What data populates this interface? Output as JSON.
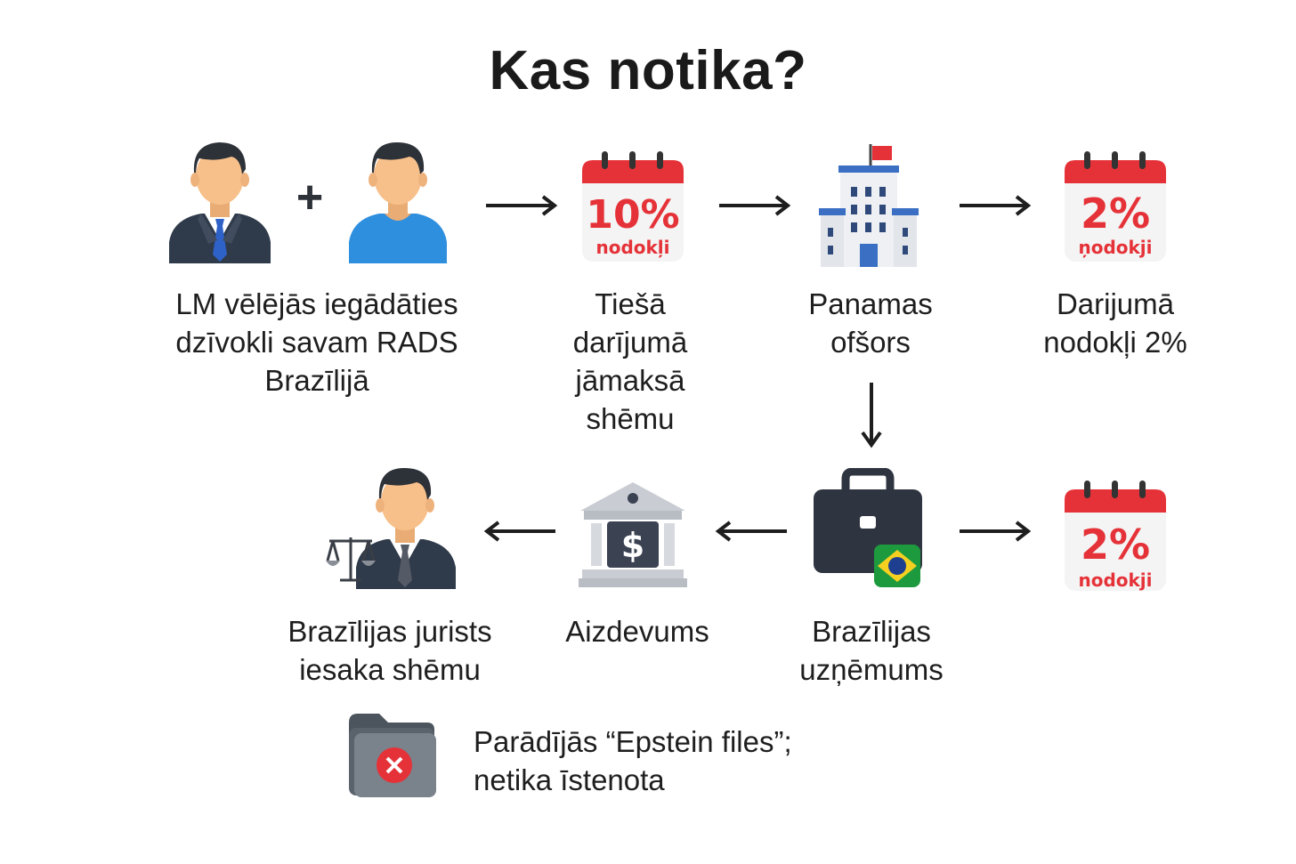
{
  "title": "Kas notika?",
  "plus_symbol": "+",
  "steps": {
    "buyer": {
      "label": [
        "LM vēlējās iegādāties",
        "dzīvokli savam RADS",
        "Brazīlijā"
      ]
    },
    "direct_tax": {
      "percent": "10%",
      "tax_word": "nodokļi",
      "label": [
        "Tiešā",
        "darījumā",
        "jāmaksā",
        "shēmu"
      ]
    },
    "panama": {
      "label": [
        "Panamas",
        "ofšors"
      ]
    },
    "deal_tax": {
      "percent": "2%",
      "tax_word": "ņodokji",
      "label": [
        "Darijumā",
        "nodokļi 2%"
      ]
    },
    "brazil_company": {
      "label": [
        "Brazīlijas",
        "uzņēmums"
      ]
    },
    "company_tax": {
      "percent": "2%",
      "tax_word": "nodokji"
    },
    "loan": {
      "label": [
        "Aizdevums"
      ]
    },
    "lawyer": {
      "label": [
        "Brazīlijas jurists",
        "iesaka shēmu"
      ]
    }
  },
  "outcome": {
    "text": [
      "Parādījās “Epstein files”;",
      "netika īstenota"
    ]
  },
  "icons": {
    "businessman": "businessman-icon",
    "person": "person-icon",
    "calendar": "calendar-icon",
    "office": "office-building-icon",
    "briefcase": "briefcase-icon",
    "flag": "brazil-flag-icon",
    "bank": "bank-icon",
    "lawyer": "lawyer-icon",
    "folder": "folder-error-icon"
  },
  "colors": {
    "accent_red": "#e53238",
    "suit": "#2f3a4a",
    "shirt_blue": "#2f8fdf",
    "skin": "#f7c08a",
    "hair": "#2d3138",
    "arrow": "#1e1e1e"
  }
}
